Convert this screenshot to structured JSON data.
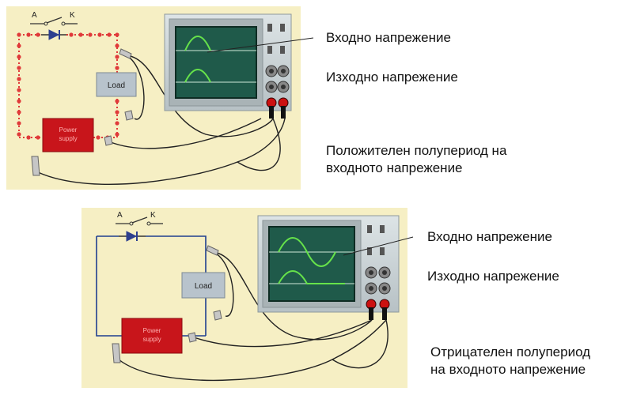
{
  "colors": {
    "board": "#f6efc4",
    "wire_top": "#e03a3a",
    "wire_bottom": "#1f3f8f",
    "power_supply": "#c8151b",
    "load_box": "#b8c3cc",
    "scope_body": "#c9d1d4",
    "scope_screen": "#1f5a4a",
    "trace": "#66e24a"
  },
  "top": {
    "switch_a": "A",
    "switch_k": "K",
    "load": "Load",
    "power_line1": "Power",
    "power_line2": "supply",
    "input_label": "Входно напрежение",
    "output_label": "Изходно напрежение",
    "caption_line1": "Положителен полупериод на",
    "caption_line2": "входното напрежение"
  },
  "bottom": {
    "switch_a": "A",
    "switch_k": "K",
    "load": "Load",
    "power_line1": "Power",
    "power_line2": "supply",
    "input_label": "Входно напрежение",
    "output_label": "Изходно напрежение",
    "caption_line1": "Отрицателен полупериод",
    "caption_line2": "на входното напрежение"
  }
}
